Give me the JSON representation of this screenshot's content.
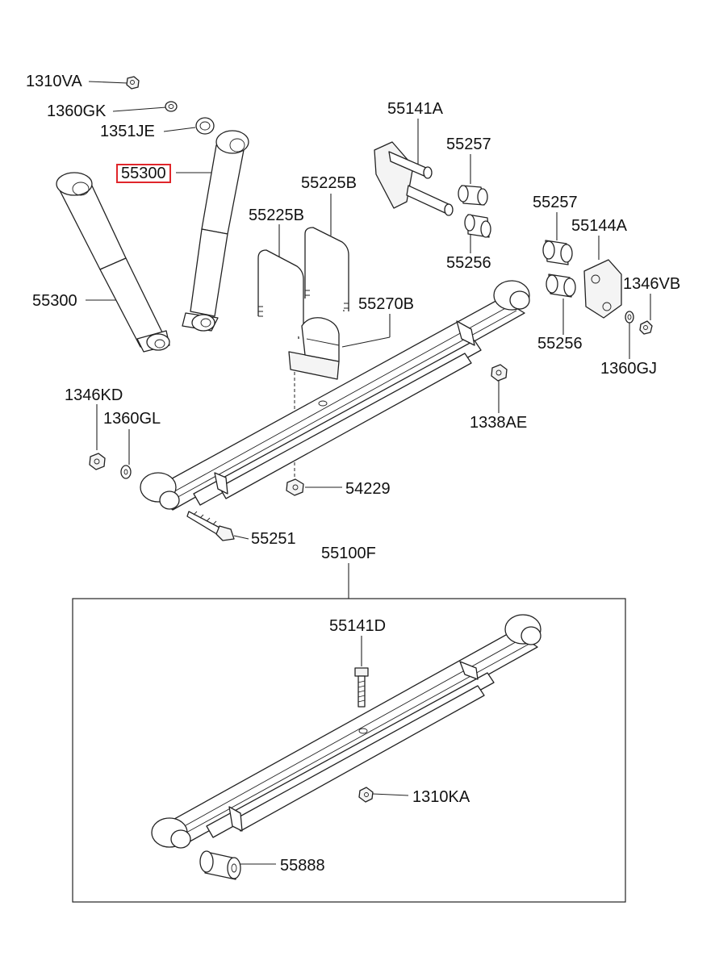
{
  "labels": {
    "p1310VA": "1310VA",
    "p1360GK": "1360GK",
    "p1351JE": "1351JE",
    "p55300_top": "55300",
    "p55300_left": "55300",
    "p55141A": "55141A",
    "p55257_a": "55257",
    "p55225B_a": "55225B",
    "p55225B_b": "55225B",
    "p55257_b": "55257",
    "p55144A": "55144A",
    "p55256_a": "55256",
    "p1346VB": "1346VB",
    "p55270B": "55270B",
    "p55256_b": "55256",
    "p1360GJ": "1360GJ",
    "p1346KD": "1346KD",
    "p1360GL": "1360GL",
    "p1338AE": "1338AE",
    "p54229": "54229",
    "p55251": "55251",
    "p55100F": "55100F",
    "p55141D": "55141D",
    "p1310KA": "1310KA",
    "p55888": "55888"
  },
  "highlight": {
    "part": "55300",
    "color": "#e0262b"
  }
}
